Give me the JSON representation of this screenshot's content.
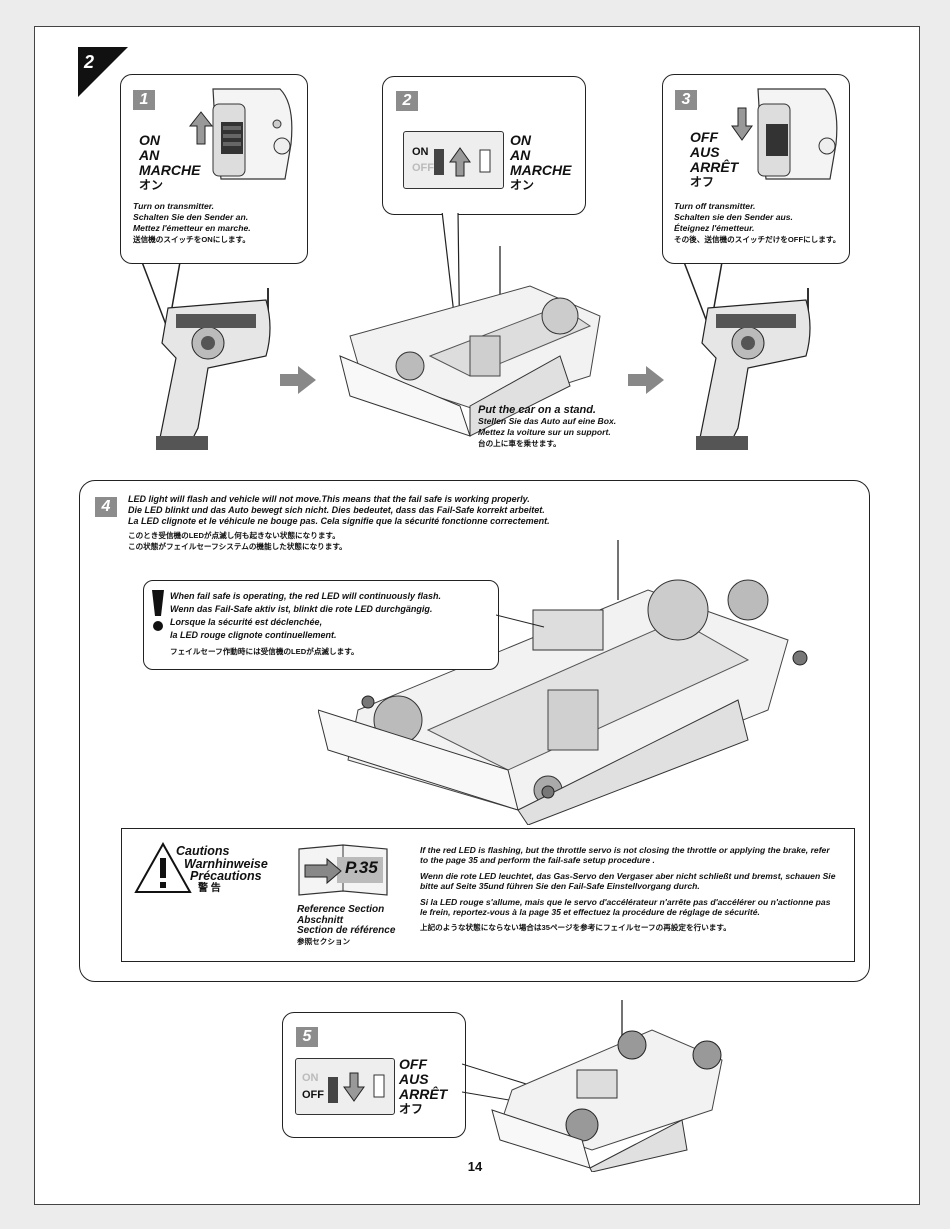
{
  "section_number": "2",
  "step1": {
    "number": "1",
    "switch_labels": [
      "ON",
      "AN",
      "MARCHE",
      "オン"
    ],
    "instructions": [
      "Turn on transmitter.",
      "Schalten Sie den Sender an.",
      "Mettez l'émetteur en marche.",
      "送信機のスイッチをONにします。"
    ]
  },
  "step2": {
    "number": "2",
    "switch_on": "ON",
    "switch_off": "OFF",
    "switch_labels": [
      "ON",
      "AN",
      "MARCHE",
      "オン"
    ],
    "stand_text": [
      "Put the car on a stand.",
      "Stellen Sie das Auto auf eine Box.",
      "Mettez la voiture sur un support.",
      "台の上に車を乗せます。"
    ]
  },
  "step3": {
    "number": "3",
    "switch_labels": [
      "OFF",
      "AUS",
      "ARRÊT",
      "オフ"
    ],
    "instructions": [
      "Turn off transmitter.",
      "Schalten sie den Sender aus.",
      "Éteignez l'émetteur.",
      "その後、送信機のスイッチだけをOFFにします。"
    ]
  },
  "step4": {
    "number": "4",
    "description": [
      "LED light will flash and vehicle will not move.This means that the fail safe is working properly.",
      "Die LED blinkt und das Auto bewegt sich nicht. Dies bedeutet, dass das Fail-Safe korrekt arbeitet.",
      "La LED clignote et le véhicule ne bouge pas. Cela signifie que la sécurité fonctionne correctement.",
      "このとき受信機のLEDが点滅し何も起きない状態になります。",
      "この状態がフェイルセーフシステムの機能した状態になります。"
    ],
    "failsafe_note": [
      "When fail safe is operating, the red LED will continuously flash.",
      "Wenn das Fail-Safe aktiv ist, blinkt die rote LED durchgängig.",
      "Lorsque la sécurité est déclenchée,",
      "la LED rouge clignote continuellement.",
      "フェイルセーフ作動時には受信機のLEDが点滅します。"
    ],
    "caution_title": [
      "Cautions",
      "Warnhinweise",
      "Précautions",
      "警 告"
    ],
    "reference_page": "P.35",
    "reference_label": [
      "Reference Section",
      "Abschnitt",
      "Section de référence",
      "参照セクション"
    ],
    "caution_text": [
      "If the red LED is flashing, but the throttle servo is not closing the throttle or applying the brake, refer to the page 35 and perform the fail-safe setup procedure .",
      "Wenn die rote LED leuchtet, das Gas-Servo den Vergaser aber nicht schließt und bremst, schauen Sie bitte auf Seite 35und führen Sie den Fail-Safe Einstellvorgang durch.",
      "Si la LED rouge s'allume, mais que le servo d'accélérateur n'arrête pas d'accélérer ou n'actionne pas le frein, reportez-vous à la page 35 et effectuez la procédure de réglage de sécurité.",
      "上記のような状態にならない場合は35ページを参考にフェイルセーフの再設定を行います。"
    ]
  },
  "step5": {
    "number": "5",
    "switch_on": "ON",
    "switch_off": "OFF",
    "switch_labels": [
      "OFF",
      "AUS",
      "ARRÊT",
      "オフ"
    ]
  },
  "page_number": "14"
}
